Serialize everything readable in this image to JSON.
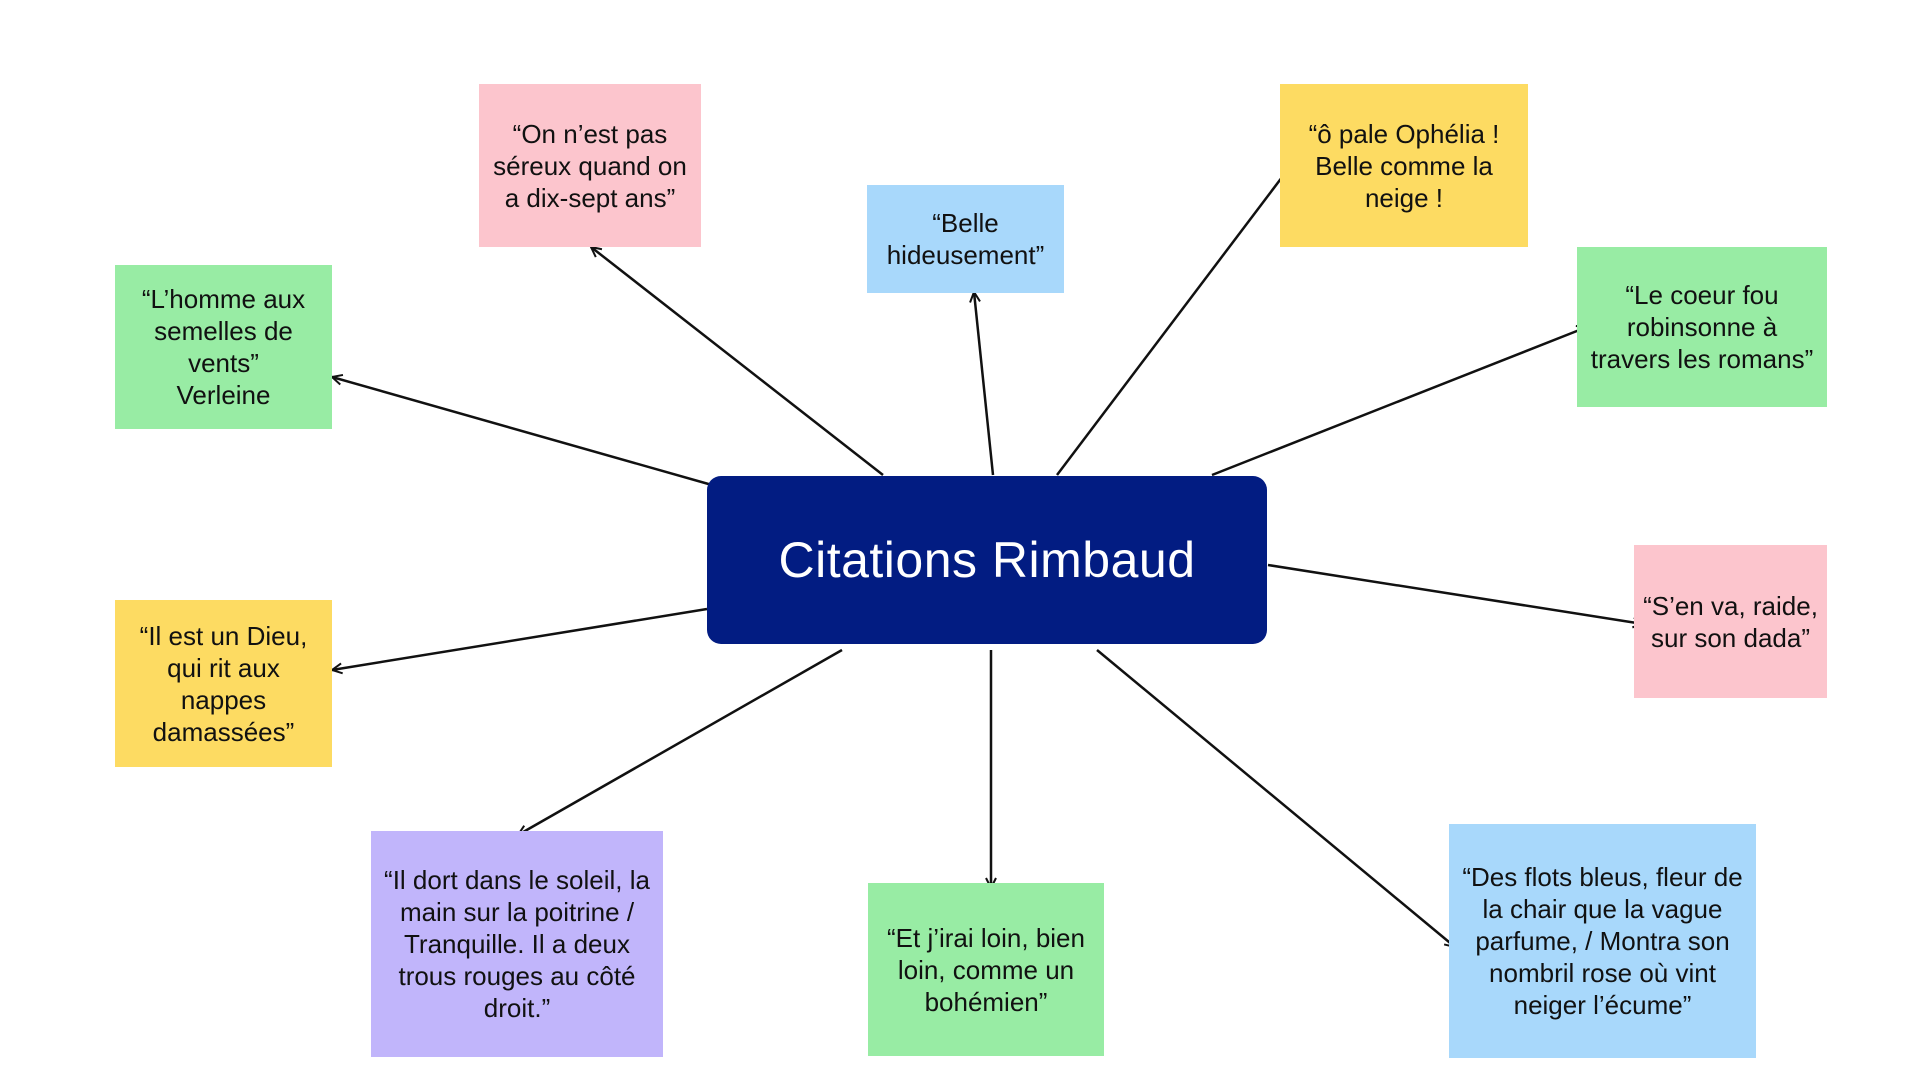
{
  "colors": {
    "center_bg": "#021c82",
    "center_text": "#ffffff",
    "pink": "#fcc5cd",
    "blue": "#a8d8fb",
    "yellow": "#fddb62",
    "green": "#98eca4",
    "purple": "#c1b5fb",
    "line": "#111111"
  },
  "center": {
    "label": "Citations Rimbaud"
  },
  "notes": [
    {
      "id": "on-nest",
      "color": "pink",
      "text": "“On n’est pas\nséreux quand on\na dix-sept ans”"
    },
    {
      "id": "belle",
      "color": "blue",
      "text": "“Belle\nhideusement”"
    },
    {
      "id": "ophelia",
      "color": "yellow",
      "text": "“ô pale Ophélia !\nBelle comme la\nneige !"
    },
    {
      "id": "homme",
      "color": "green",
      "text": "“L’homme aux\nsemelles de\nvents”\nVerleine"
    },
    {
      "id": "coeur",
      "color": "green",
      "text": "“Le coeur fou\nrobinsonne à\ntravers les romans”"
    },
    {
      "id": "sen-va",
      "color": "pink",
      "text": "“S’en va, raide,\nsur son dada”"
    },
    {
      "id": "dieu",
      "color": "yellow",
      "text": "“Il est un Dieu,\nqui rit aux\nnappes\ndamassées”"
    },
    {
      "id": "dort",
      "color": "purple",
      "text": "“Il dort dans le soleil, la\nmain sur la poitrine /\nTranquille. Il a deux\ntrous rouges au côté\ndroit.”"
    },
    {
      "id": "irai",
      "color": "green",
      "text": "“Et j’irai loin, bien\nloin, comme un\nbohémien”"
    },
    {
      "id": "flots",
      "color": "blue",
      "text": "“Des flots bleus, fleur de\nla chair que la vague\nparfume, / Montra son\nnombril rose où vint\nneiger l’écume”"
    }
  ]
}
